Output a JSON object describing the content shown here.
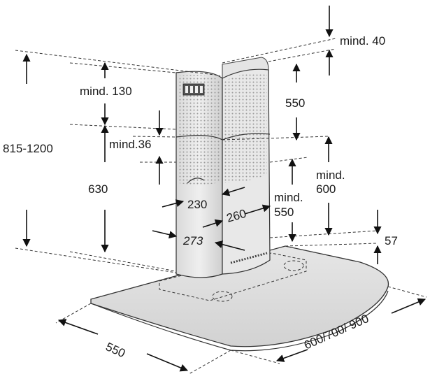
{
  "dimensions": {
    "min_40": "mind. 40",
    "min_130": "mind. 130",
    "d550_vertical": "550",
    "d815_1200": "815-1200",
    "min_36": "mind.36",
    "min_600_a": "mind.",
    "min_600_b": "600",
    "d630": "630",
    "min_550_a": "mind.",
    "min_550_b": "550",
    "d230": "230",
    "d260": "260",
    "d273": "273",
    "d57": "57",
    "d550_bottom": "550",
    "widths": "600/700/ 900"
  }
}
